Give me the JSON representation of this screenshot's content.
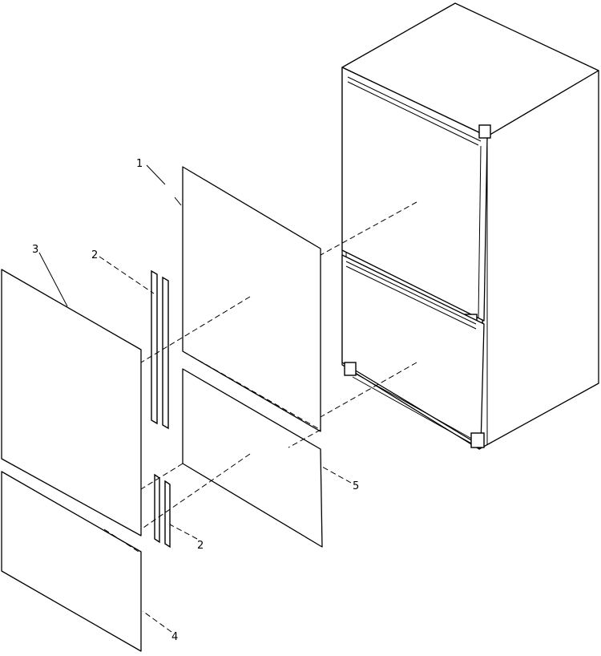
{
  "callouts": [
    {
      "id": "1",
      "label": "1"
    },
    {
      "id": "2a",
      "label": "2"
    },
    {
      "id": "3",
      "label": "3"
    },
    {
      "id": "2b",
      "label": "2"
    },
    {
      "id": "4",
      "label": "4"
    },
    {
      "id": "5",
      "label": "5"
    }
  ],
  "colors": {
    "line": "#000000",
    "background": "#ffffff"
  }
}
